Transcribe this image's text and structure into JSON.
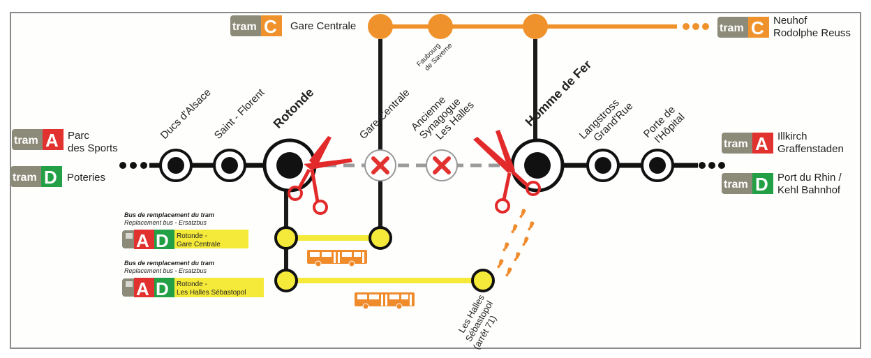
{
  "colors": {
    "tram_grey": "#8c8a78",
    "line_a": "#e2322f",
    "line_d": "#23a045",
    "line_c": "#f0922b",
    "bus_yellow": "#f5ea3a",
    "bus_orange": "#f08b2c",
    "closed_grey": "#9a9a9a",
    "scissors_red": "#e32a2a"
  },
  "badges": {
    "tram_word": "tram",
    "A": "A",
    "C": "C",
    "D": "D"
  },
  "termini": {
    "a_west": [
      "Parc",
      "des Sports"
    ],
    "d_west": [
      "Poteries"
    ],
    "c_west": [
      "Gare Centrale"
    ],
    "c_east": [
      "Neuhof",
      "Rodolphe Reuss"
    ],
    "a_east": [
      "Illkirch",
      "Graffenstaden"
    ],
    "d_east": [
      "Port du Rhin /",
      "Kehl Bahnhof"
    ]
  },
  "stations": {
    "ducs": "Ducs d'Alsace",
    "florent": "Saint - Florent",
    "rotonde": "Rotonde",
    "gare": "Gare Centrale",
    "synagogue": [
      "Ancienne",
      "Synagogue",
      "Les Halles"
    ],
    "homme": "Homme de Fer",
    "langstross": [
      "Langstross",
      "Grand'Rue"
    ],
    "hopital": [
      "Porte de",
      "l'Hôpital"
    ],
    "faubourg": [
      "Faubourg",
      "de Saverne"
    ],
    "sebastopol": [
      "Les Halles",
      "Sébastopol",
      "(arrêt 71)"
    ]
  },
  "bus_legends": [
    {
      "title": "Bus de remplacement du tram",
      "subtitle": "Replacement bus - Ersatzbus",
      "route": [
        "Rotonde -",
        "Gare Centrale"
      ]
    },
    {
      "title": "Bus de remplacement du tram",
      "subtitle": "Replacement bus - Ersatzbus",
      "route": [
        "Rotonde -",
        "Les Halles Sébastopol"
      ]
    }
  ]
}
